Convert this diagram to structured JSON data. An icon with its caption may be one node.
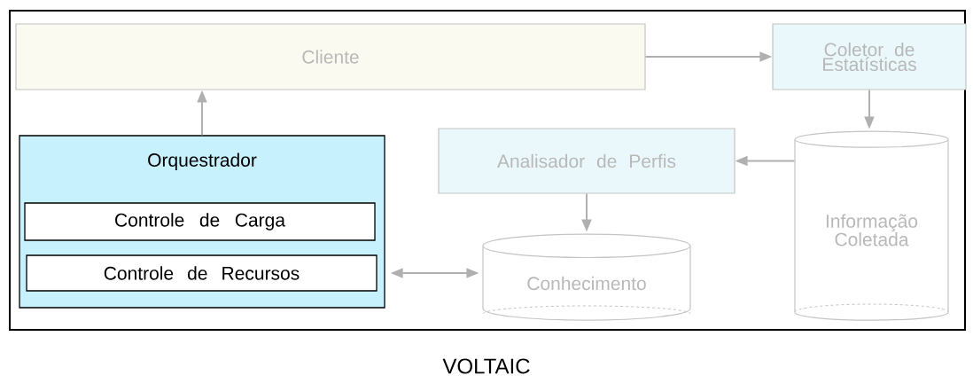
{
  "diagram": {
    "caption": "VOLTAIC",
    "nodes": [
      {
        "text": [
          "Cliente"
        ]
      },
      {
        "text": [
          "Coletor de Estatísticas"
        ]
      },
      {
        "text": [
          "Orquestrador"
        ]
      },
      {
        "text": [
          "Controle de Carga"
        ],
        "in": 2
      },
      {
        "text": [
          "Controle de Recursos"
        ],
        "in": 2
      },
      {
        "text": [
          "Analisador de Perfis"
        ]
      },
      {
        "text": [
          "Informação Coletada"
        ]
      },
      {
        "text": [
          "Conhecimento"
        ]
      }
    ],
    "edges": [
      {
        "from": 2,
        "to": 0,
        "arrow": "to"
      },
      {
        "from": 0,
        "to": 1,
        "arrow": "to"
      },
      {
        "from": 1,
        "to": 6,
        "arrow": "to"
      },
      {
        "from": 6,
        "to": 5,
        "arrow": "to"
      },
      {
        "from": 5,
        "to": 7,
        "arrow": "to"
      },
      {
        "from": 4,
        "to": 7,
        "arrow": "both"
      }
    ]
  }
}
